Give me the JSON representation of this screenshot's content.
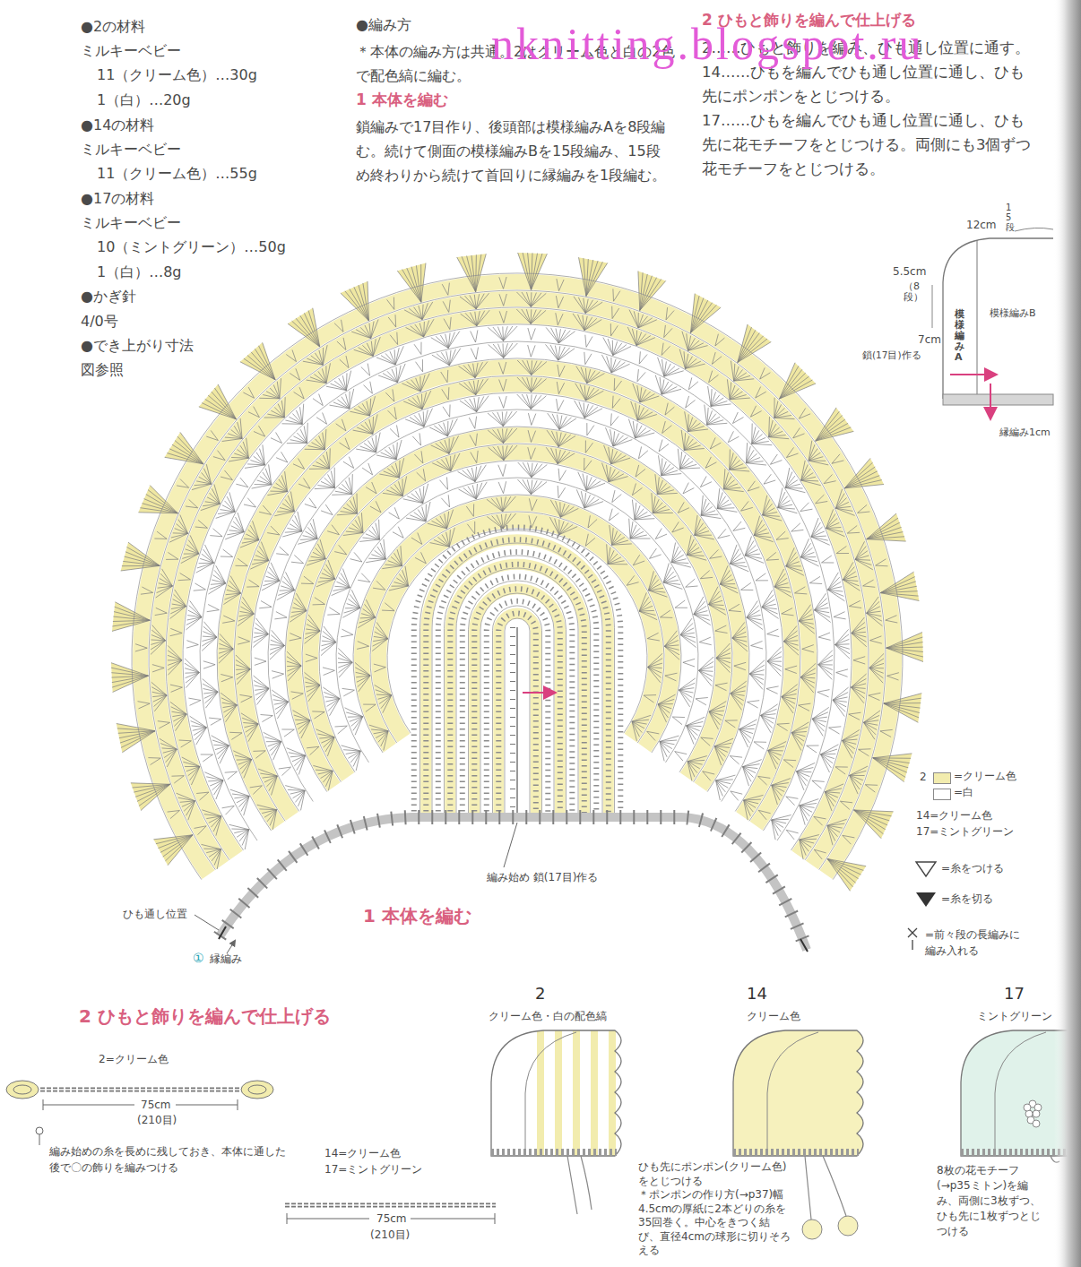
{
  "diagram": {
    "labels": [
      "●2の材料",
      "ミルキーベビー",
      "11（クリーム色）…30g",
      "1（白）…20g",
      "●14の材料",
      "ミルキーベビー",
      "11（クリーム色）…55g",
      "●17の材料",
      "ミルキーベビー",
      "10（ミントグリーン）…50g",
      "1（白）…8g",
      "●かぎ針",
      "4/0号",
      "●でき上がり寸法",
      "図参照",
      "●編み方",
      "＊本体の編み方は共通。2はクリーム色と白の2色で配色縞に編む。",
      "1 本体を編む",
      "鎖編みで17目作り、後頭部は模様編みAを8段編む。続けて側面の模様編みBを15段編み、15段め終わりから続けて首回りに縁編みを1段編む。",
      "2 ひもと飾りを編んで仕上げる",
      "2……ひもと飾りを編み、ひも通し位置に通す。",
      "14……ひもを編んでひも通し位置に通し、ひも先にポンポンをとじつける。",
      "17……ひもを編んでひも通し位置に通し、ひも先に花モチーフをとじつける。両側にも3個ずつ花モチーフをとじつける。",
      "nknitting.blogspot.ru",
      "12cm",
      "15段",
      "5.5cm",
      "（8段）",
      "模様編みA",
      "模様編みB",
      "7cm",
      "鎖(17目)作る",
      "縁編み1cm",
      "編み始め 鎖(17目)作る",
      "ひも通し位置",
      "①",
      "縁編み",
      "1 本体を編む",
      "2",
      "14=クリーム色",
      "17=ミントグリーン",
      "2 ひもと飾りを編んで仕上げる",
      "2=クリーム色",
      "75cm",
      "(210目)",
      "編み始めの糸を長めに残しておき、本体に通した後で〇の飾りを編みつける",
      "14=クリーム色",
      "17=ミントグリーン",
      "75cm",
      "(210目)",
      "2",
      "クリーム色・白の配色縞",
      "14",
      "クリーム色",
      "17",
      "ミントグリーン",
      "ひも先にポンポン(クリーム色)をとじつける",
      "＊ポンポンの作り方(→p37)幅4.5cmの厚紙に2本どりの糸を35回巻く。中心をきつく結び、直径4cmの球形に切りそろえる",
      "8枚の花モチーフ(→p35ミトン)を編み、両側に3枚ずつ、ひも先に1枚ずつとじつける"
    ],
    "legend": [
      {
        "text": "=クリーム色",
        "color": "#f2ecae"
      },
      {
        "text": "=白",
        "color": "#ffffff"
      },
      {
        "text": "=糸をつける"
      },
      {
        "text": "=糸を切る"
      },
      {
        "text": "=前々段の長編みに編み入れる"
      }
    ]
  }
}
